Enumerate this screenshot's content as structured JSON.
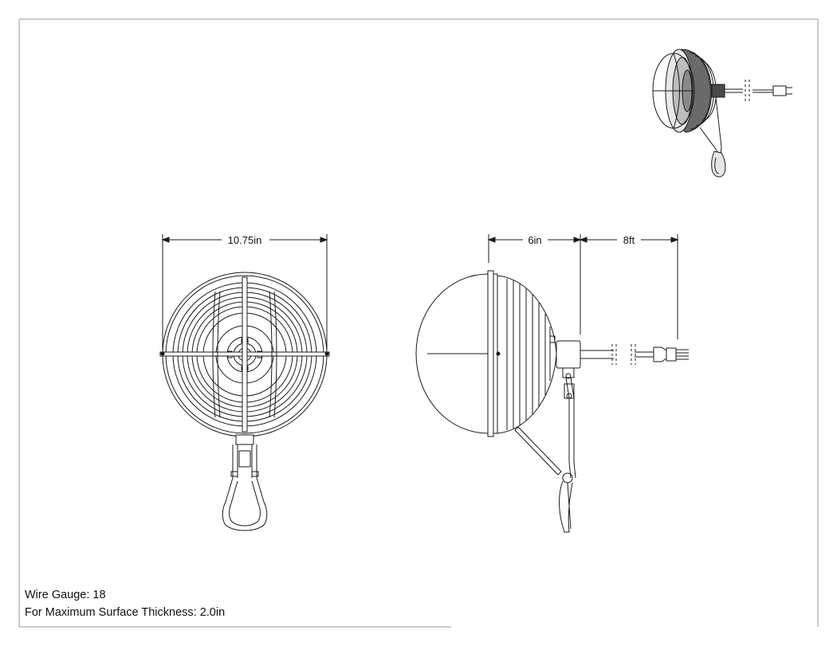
{
  "dimensions": {
    "front_width": "10.75in",
    "side_depth": "6in",
    "cord_length": "8ft"
  },
  "notes": {
    "wire_gauge": "Wire Gauge: 18",
    "max_surface_thickness": "For Maximum Surface Thickness: 2.0in"
  },
  "colors": {
    "line": "#1a1a1a",
    "frame": "#9a9a9a",
    "shade_dark": "#5a5a5a"
  }
}
